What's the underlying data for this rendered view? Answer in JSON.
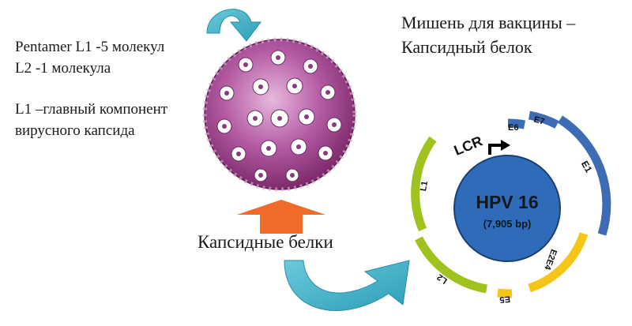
{
  "left_block": {
    "line1": "Pentamer L1 -5 молекул",
    "line2": "L2 -1 молекула",
    "line3": "L1 –главный компонент",
    "line4": "вирусного капсида"
  },
  "title": {
    "line1": "Мишень для вакцины –",
    "line2": "Капсидный белок"
  },
  "caption": "Капсидные белки",
  "genome": {
    "name": "HPV 16",
    "size": "(7,905 bp)",
    "lcr": "LCR",
    "genes": {
      "e6": "E6",
      "e7": "E7",
      "e1": "E1",
      "e2e4": "E2E4",
      "e5": "E5",
      "l2": "L2",
      "l1": "L1"
    }
  },
  "colors": {
    "genome_core": "#2e6bb8",
    "early_genes": "#3d6cb4",
    "late_genes": "#9fc21e",
    "e2_e5": "#f5c518",
    "arrow_teal": "#3fb6cc",
    "arrow_orange": "#f06a2a",
    "capsid": "#a63d8f"
  }
}
